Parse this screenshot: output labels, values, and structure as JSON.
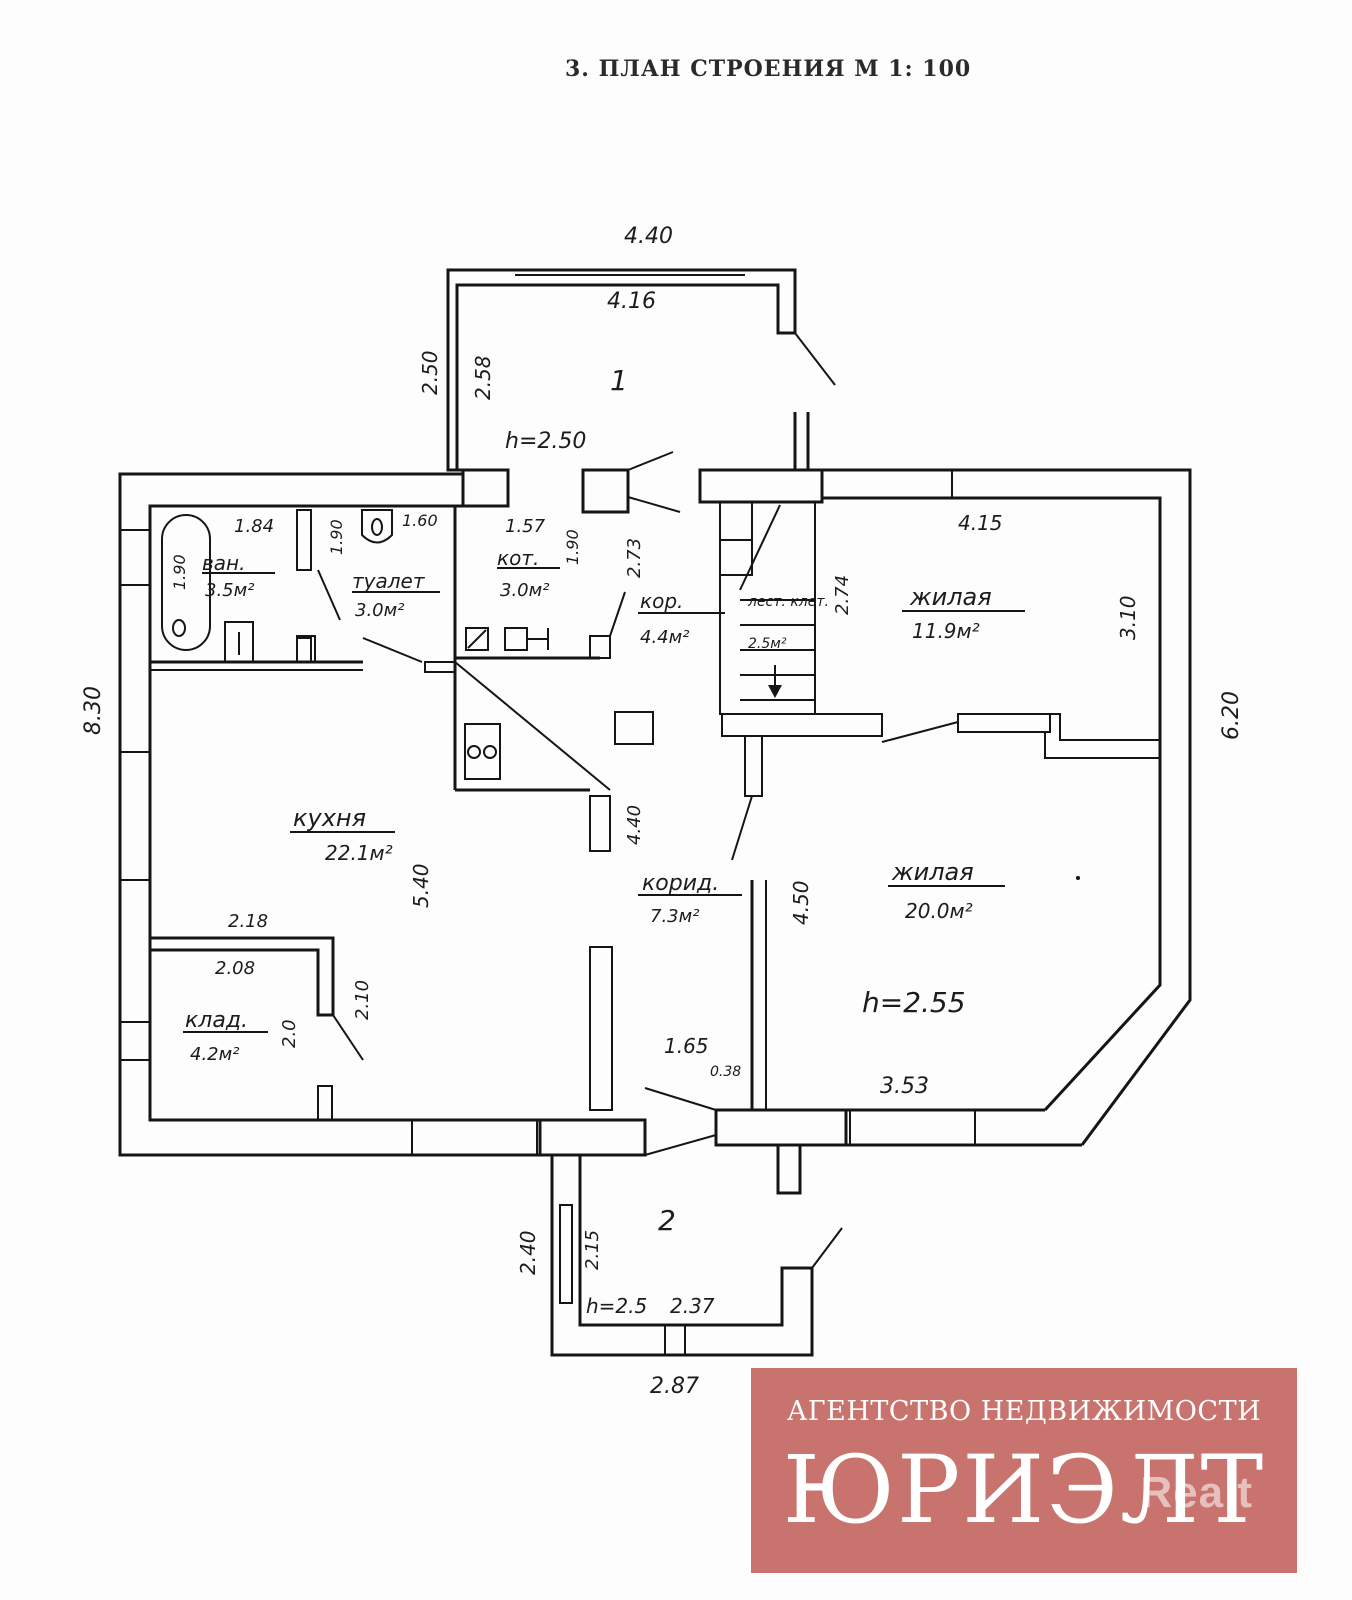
{
  "title": "3. ПЛАН СТРОЕНИЯ М 1: 100",
  "rooms": [
    {
      "id": "room-1",
      "name": "1"
    },
    {
      "id": "room-2",
      "name": "2"
    },
    {
      "id": "bathroom",
      "name": "ван.",
      "area": "3.5м²"
    },
    {
      "id": "toilet",
      "name": "туалет",
      "area": "3.0м²"
    },
    {
      "id": "boiler",
      "name": "кот.",
      "area": "3.0м²"
    },
    {
      "id": "corridor-small",
      "name": "кор.",
      "area": "4.4м²"
    },
    {
      "id": "living-small",
      "name": "жилая",
      "area": "11.9м²"
    },
    {
      "id": "kitchen",
      "name": "кухня",
      "area": "22.1м²"
    },
    {
      "id": "corridor",
      "name": "корид.",
      "area": "7.3м²"
    },
    {
      "id": "living-large",
      "name": "жилая",
      "area": "20.0м²"
    },
    {
      "id": "storage",
      "name": "клад.",
      "area": "4.2м²"
    },
    {
      "id": "staircase",
      "name": "лест. клет.",
      "area": "2.5м²"
    }
  ],
  "dimensions": {
    "d_4_40": "4.40",
    "d_4_16": "4.16",
    "d_2_50": "2.50",
    "d_2_58": "2.58",
    "h_2_50": "h=2.50",
    "d_1_84": "1.84",
    "d_1_90a": "1.90",
    "d_1_90b": "1.90",
    "d_1_60": "1.60",
    "d_1_57": "1.57",
    "d_1_90c": "1.90",
    "d_2_73": "2.73",
    "d_2_74": "2.74",
    "d_4_15": "4.15",
    "d_3_10": "3.10",
    "d_6_20": "6.20",
    "d_8_30": "8.30",
    "d_4_40b": "4.40",
    "d_5_40": "5.40",
    "d_4_50": "4.50",
    "d_2_18": "2.18",
    "d_2_08": "2.08",
    "d_2_10": "2.10",
    "d_2_0": "2.0",
    "d_1_65": "1.65",
    "d_0_38": "0.38",
    "d_3_53": "3.53",
    "h_2_55": "h=2.55",
    "d_2_40": "2.40",
    "d_2_15": "2.15",
    "h_2_5": "h=2.5",
    "d_2_37": "2.37",
    "d_2_87": "2.87"
  },
  "watermark": {
    "subtitle": "АГЕНТСТВО НЕДВИЖИМОСТИ",
    "brand": "ЮРИЭЛТ",
    "overlay": "Realt"
  }
}
